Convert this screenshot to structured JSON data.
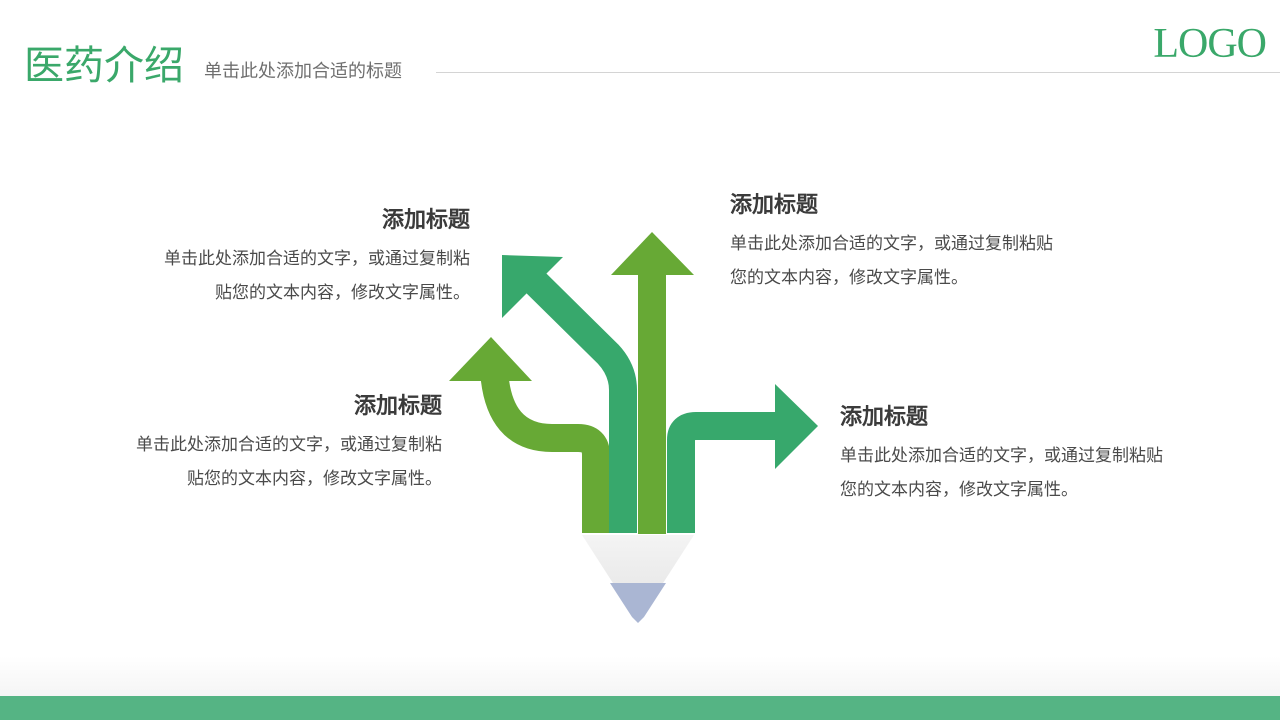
{
  "header": {
    "title": "医药介绍",
    "subtitle": "单击此处添加合适的标题",
    "logo": "LOGO"
  },
  "blocks": [
    {
      "title": "添加标题",
      "body": "单击此处添加合适的文字，或通过复制粘\n贴您的文本内容，修改文字属性。"
    },
    {
      "title": "添加标题",
      "body": "单击此处添加合适的文字，或通过复制粘\n贴您的文本内容，修改文字属性。"
    },
    {
      "title": "添加标题",
      "body": "单击此处添加合适的文字，或通过复制粘贴\n您的文本内容，修改文字属性。"
    },
    {
      "title": "添加标题",
      "body": "单击此处添加合适的文字，或通过复制粘贴\n您的文本内容，修改文字属性。"
    }
  ],
  "colors": {
    "accent": "#3aa86a",
    "green_dark": "#37a86c",
    "green_light": "#67a935",
    "pencil_wood": "#ececec",
    "pencil_lead": "#aab6d3",
    "bar": "#55b484"
  },
  "icons": {
    "graphic": "pencil-arrows-icon"
  }
}
